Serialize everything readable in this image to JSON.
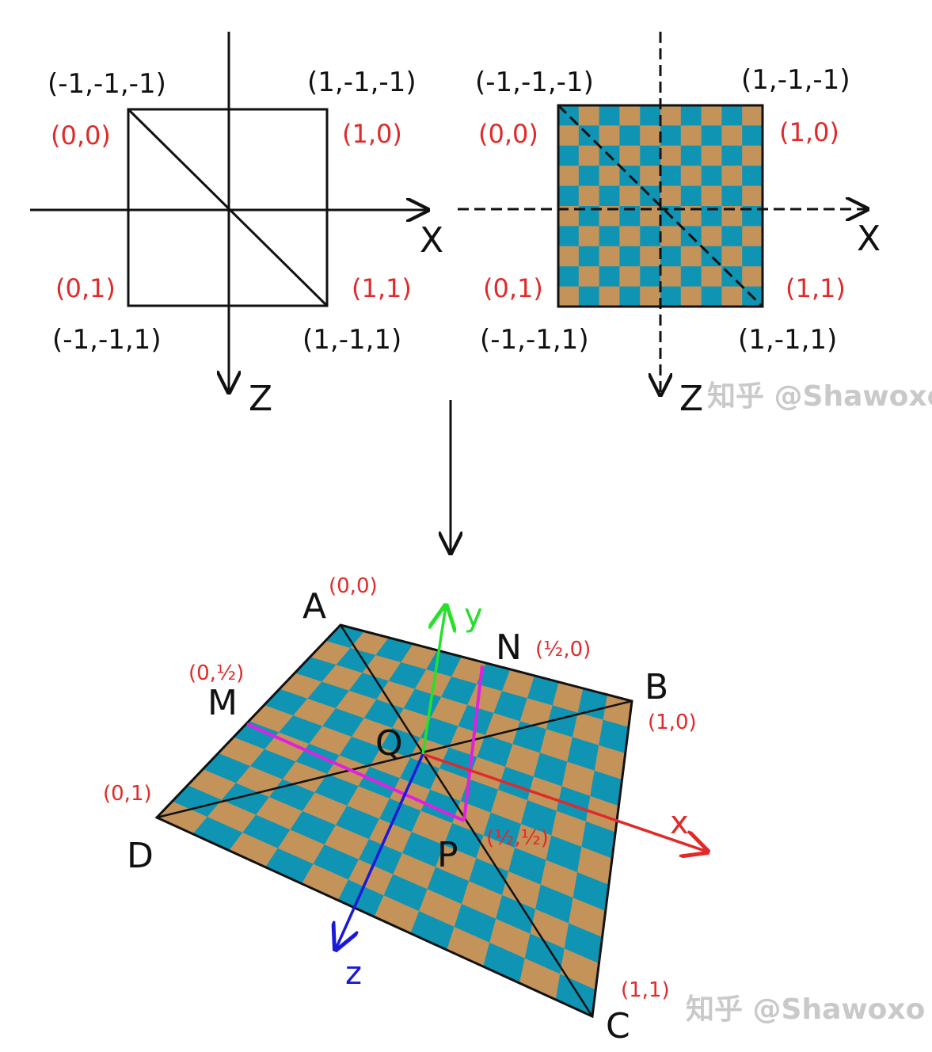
{
  "colors": {
    "tile_a": "#c4935a",
    "tile_b": "#0f94b4",
    "red": "#e02a2a",
    "green": "#27e02a",
    "blue": "#1919d8",
    "magenta": "#e020e0"
  },
  "panel_left": {
    "tl_world": "(-1,-1,-1)",
    "tr_world": "(1,-1,-1)",
    "bl_world": "(-1,-1,1)",
    "br_world": "(1,-1,1)",
    "tl_uv": "(0,0)",
    "tr_uv": "(1,0)",
    "bl_uv": "(0,1)",
    "br_uv": "(1,1)",
    "x_axis": "X",
    "z_axis": "Z"
  },
  "panel_right": {
    "tl_world": "(-1,-1,-1)",
    "tr_world": "(1,-1,-1)",
    "bl_world": "(-1,-1,1)",
    "br_world": "(1,-1,1)",
    "tl_uv": "(0,0)",
    "tr_uv": "(1,0)",
    "bl_uv": "(0,1)",
    "br_uv": "(1,1)",
    "x_axis": "X",
    "z_axis": "Z",
    "watermark": "知乎 @Shawoxo"
  },
  "projected": {
    "A": "A",
    "B": "B",
    "C": "C",
    "D": "D",
    "M": "M",
    "N": "N",
    "P": "P",
    "Q": "Q",
    "A_uv": "(0,0)",
    "B_uv": "(1,0)",
    "C_uv": "(1,1)",
    "D_uv": "(0,1)",
    "M_uv": "(0,½)",
    "N_uv": "(½,0)",
    "P_uv": "(½,½)",
    "x_axis": "x",
    "y_axis": "y",
    "z_axis": "z",
    "watermark": "知乎 @Shawoxo"
  }
}
